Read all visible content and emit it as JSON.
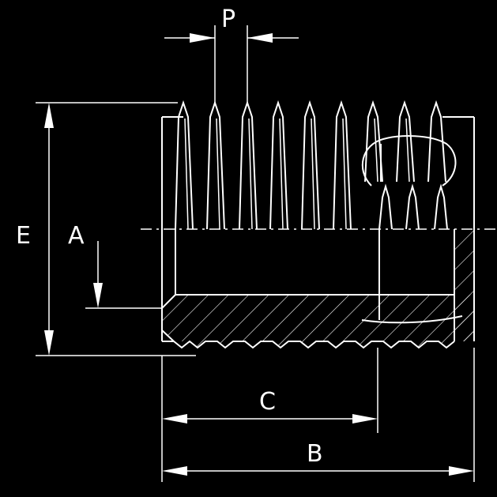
{
  "labels": {
    "P": "P",
    "E": "E",
    "A": "A",
    "C": "C",
    "B": "B"
  },
  "colors": {
    "background": "#000000",
    "line": "#ffffff"
  }
}
